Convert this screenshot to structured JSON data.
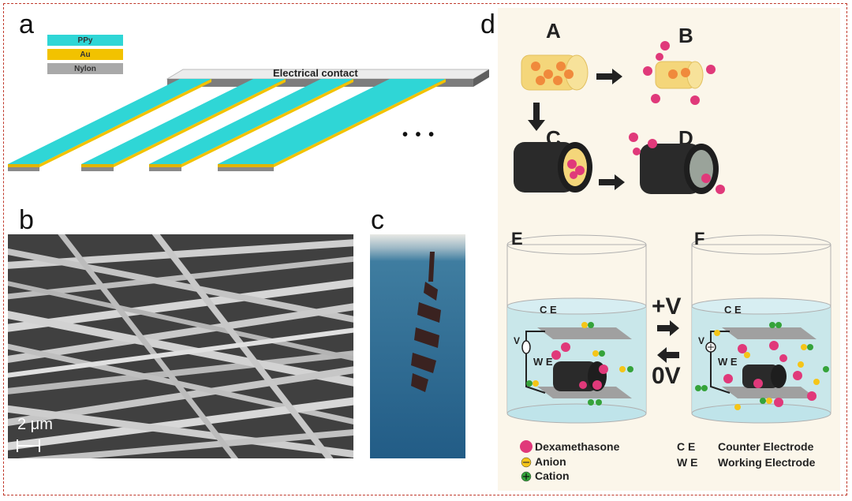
{
  "panel_labels": {
    "a": "a",
    "b": "b",
    "c": "c",
    "d": "d"
  },
  "panel_a": {
    "layers": [
      "PPy",
      "Au",
      "Nylon"
    ],
    "layer_colors": [
      "#2fd6d6",
      "#f2c200",
      "#a9a9a9"
    ],
    "contact_label": "Electrical contact",
    "ellipsis": "• • •"
  },
  "panel_b": {
    "scale_bar": "2 μm"
  },
  "panel_d": {
    "step_labels": [
      "A",
      "B",
      "C",
      "D"
    ],
    "beaker_labels": [
      "E",
      "F"
    ],
    "ce": "C E",
    "we": "W E",
    "v_label": "V",
    "plus_v": "+V",
    "zero_v": "0V",
    "legend": {
      "dexamethasone": "Dexamethasone",
      "anion": "Anion",
      "cation": "Cation",
      "ce_abbr": "C E",
      "ce_full": "Counter Electrode",
      "we_abbr": "W E",
      "we_full": "Working Electrode"
    },
    "colors": {
      "drug": "#e0397a",
      "anion": "#f5c518",
      "cation": "#35a33a",
      "liquid": "#bfe4ea"
    }
  }
}
